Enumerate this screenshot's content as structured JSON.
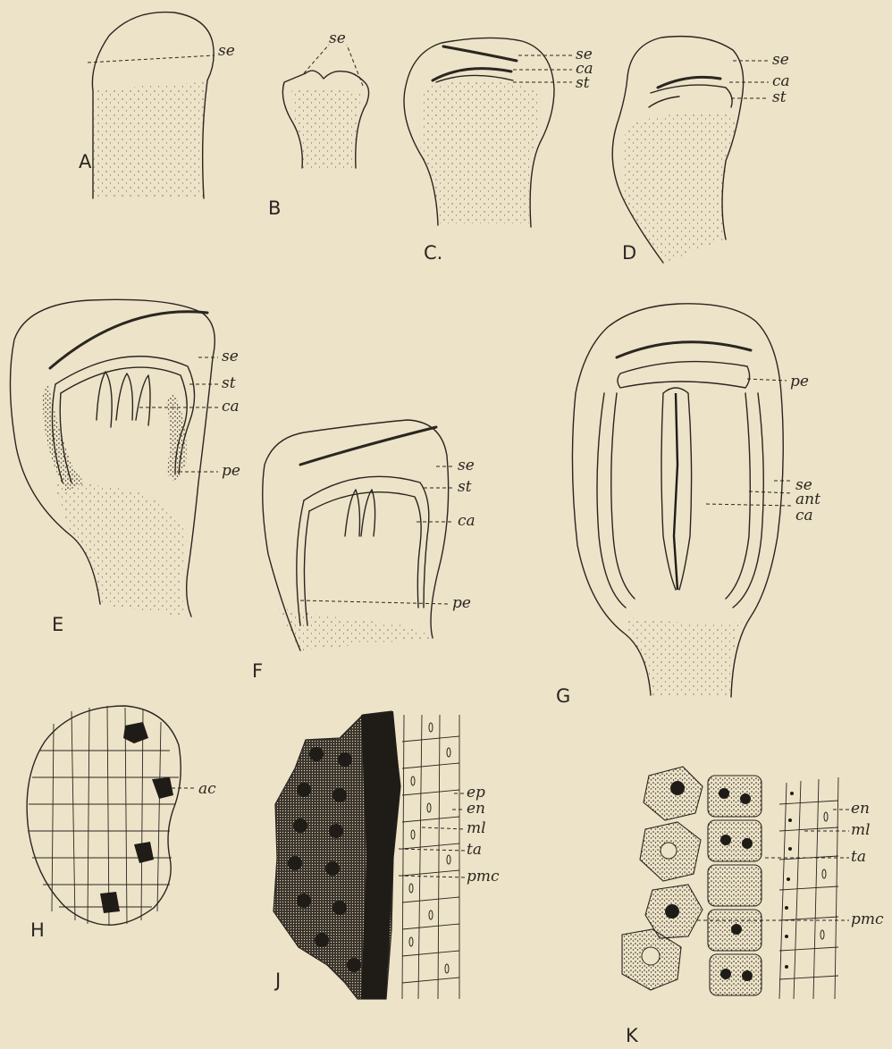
{
  "figures": [
    {
      "key": "A",
      "caption": "A",
      "labels": [
        "se"
      ]
    },
    {
      "key": "B",
      "caption": "B",
      "labels": [
        "se"
      ]
    },
    {
      "key": "C",
      "caption": "C.",
      "labels": [
        "se",
        "ca",
        "st"
      ]
    },
    {
      "key": "D",
      "caption": "D",
      "labels": [
        "se",
        "ca",
        "st"
      ]
    },
    {
      "key": "E",
      "caption": "E",
      "labels": [
        "se",
        "st",
        "ca",
        "pe"
      ]
    },
    {
      "key": "F",
      "caption": "F",
      "labels": [
        "se",
        "st",
        "ca",
        "pe"
      ]
    },
    {
      "key": "G",
      "caption": "G",
      "labels": [
        "pe",
        "se",
        "ant",
        "ca"
      ]
    },
    {
      "key": "H",
      "caption": "H",
      "labels": [
        "ac"
      ]
    },
    {
      "key": "J",
      "caption": "J",
      "labels": [
        "ep",
        "en",
        "ml",
        "ta",
        "pmc"
      ]
    },
    {
      "key": "K",
      "caption": "K",
      "labels": [
        "en",
        "ml",
        "ta",
        "pmc"
      ]
    }
  ],
  "colors": {
    "paper": "#ede3c8",
    "ink": "#2a2620",
    "stipple": "#3a342c",
    "dense_tissue": "#1f1c18"
  }
}
